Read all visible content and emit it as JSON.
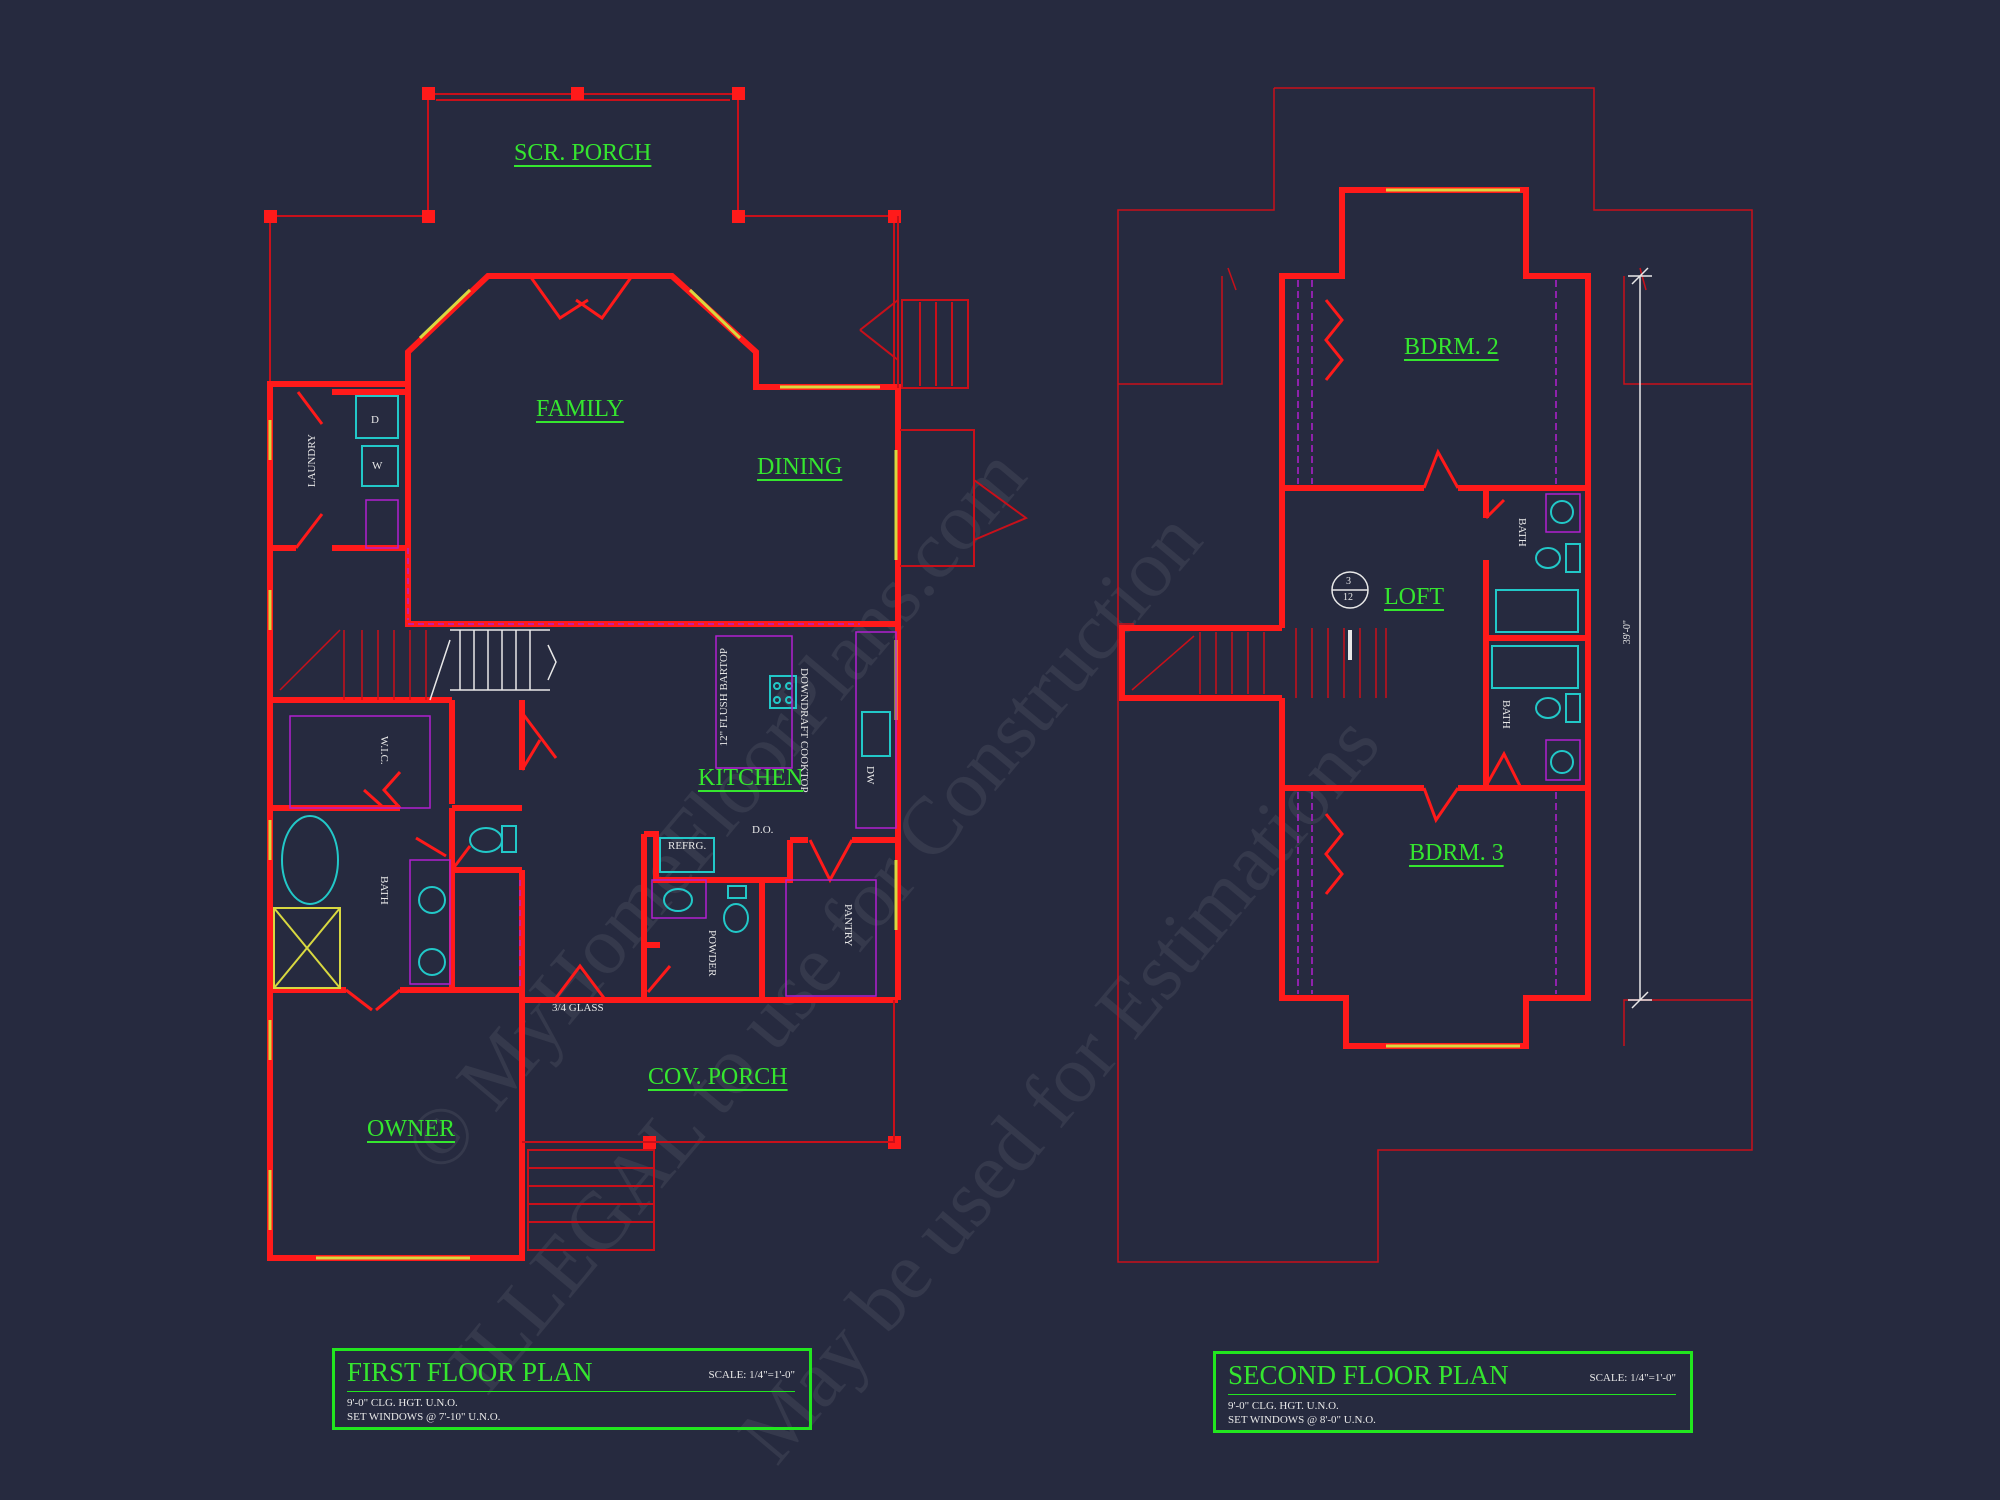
{
  "watermark": {
    "line1": "© MyHomeFloorPlans.com",
    "line2": "ILLEGAL to use for Construction",
    "line3": "May be used for Estimations"
  },
  "first_floor": {
    "rooms": {
      "scr_porch": "SCR. PORCH",
      "family": "FAMILY",
      "dining": "DINING",
      "kitchen": "KITCHEN",
      "owner": "OWNER",
      "cov_porch": "COV. PORCH"
    },
    "notes": {
      "laundry": "LAUNDRY",
      "dryer": "D",
      "washer": "W",
      "wic": "W.I.C.",
      "bath": "BATH",
      "bartop": "12\" FLUSH BARTOP",
      "cooktop": "DOWNDRAFT COOKTOP",
      "dw": "DW",
      "refrg": "REFRG.",
      "do": "D.O.",
      "powder": "POWDER",
      "pantry": "PANTRY",
      "glass": "3/4 GLASS"
    },
    "title_block": {
      "title": "FIRST FLOOR PLAN",
      "scale": "SCALE: 1/4\"=1'-0\"",
      "note1": "9'-0\" CLG. HGT. U.N.O.",
      "note2": "SET WINDOWS @ 7'-10\" U.N.O."
    }
  },
  "second_floor": {
    "rooms": {
      "bdrm2": "BDRM. 2",
      "loft": "LOFT",
      "bdrm3": "BDRM. 3"
    },
    "notes": {
      "bath_upper": "BATH",
      "bath_lower": "BATH",
      "dimension": "39'-0\"",
      "section_top": "3",
      "section_bottom": "12"
    },
    "title_block": {
      "title": "SECOND FLOOR PLAN",
      "scale": "SCALE: 1/4\"=1'-0\"",
      "note1": "9'-0\" CLG. HGT. U.N.O.",
      "note2": "SET WINDOWS @ 8'-0\" U.N.O."
    }
  },
  "colors": {
    "background": "#262a3f",
    "wall": "#ff1a1a",
    "thin_line": "#c8101a",
    "label": "#35e62f",
    "fixture": "#22c8c8",
    "dashed": "#b020d0",
    "window": "#d8d840",
    "stair": "#e8e8e8"
  }
}
